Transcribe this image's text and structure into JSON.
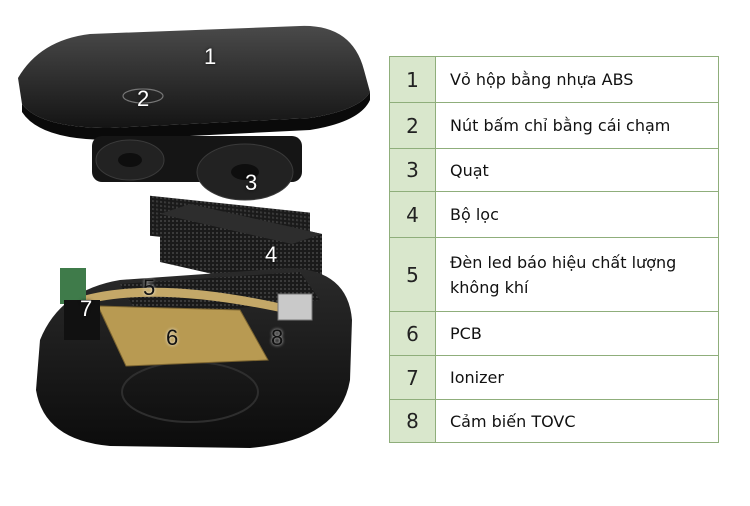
{
  "callouts": [
    "1",
    "2",
    "3",
    "4",
    "5",
    "6",
    "7",
    "8"
  ],
  "legend": [
    {
      "number": "1",
      "label": "Vỏ hộp bằng nhựa ABS"
    },
    {
      "number": "2",
      "label": "Nút bấm chỉ bằng cái chạm"
    },
    {
      "number": "3",
      "label": "Quạt"
    },
    {
      "number": "4",
      "label": "Bộ lọc"
    },
    {
      "number": "5",
      "label": "Đèn led báo hiệu chất lượng không khí"
    },
    {
      "number": "6",
      "label": "PCB"
    },
    {
      "number": "7",
      "label": "Ionizer"
    },
    {
      "number": "8",
      "label": "Cảm biến TOVC"
    }
  ],
  "colors": {
    "number_cell": "#d9e7cc",
    "border": "#8fae7b",
    "housing": "#1e1e1e",
    "pcb": "#b89a52"
  }
}
